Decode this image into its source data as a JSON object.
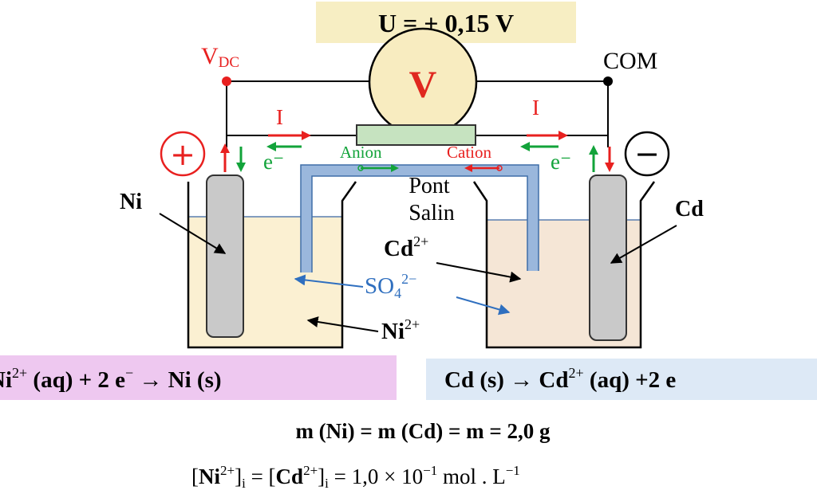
{
  "voltage": {
    "label": "U = + 0,15 V"
  },
  "voltmeter": {
    "symbol": "V"
  },
  "terminals": {
    "vdc_main": "V",
    "vdc_sub": "DC",
    "com": "COM"
  },
  "current": {
    "left": "I",
    "right": "I"
  },
  "electrons": {
    "left": "e⁻",
    "right": "e⁻"
  },
  "ions": {
    "anion": "Anion",
    "cation": "Cation"
  },
  "salt_bridge": {
    "line1": "Pont",
    "line2": "Salin"
  },
  "polarity": {
    "plus": "+",
    "minus": "−"
  },
  "electrodes": {
    "left": "Ni",
    "right": "Cd"
  },
  "species": {
    "cd_ion_base": "Cd",
    "cd_ion_charge": "2+",
    "ni_ion_base": "Ni",
    "ni_ion_charge": "2+",
    "sulfate_base": "SO",
    "sulfate_sub": "4",
    "sulfate_charge": "2−"
  },
  "equations": {
    "left": {
      "p1": "Ni",
      "p1sup": "2+",
      "p2": " (aq) + 2 e",
      "p2sup": "−",
      "p3": " → Ni (s)"
    },
    "right": {
      "p1": "Cd (s) → Cd",
      "p1sup": "2+",
      "p2": " (aq) +2 e"
    }
  },
  "mass": {
    "text": "m (Ni) = m (Cd) = m = 2,0 g"
  },
  "concentration": {
    "o1": "[",
    "ni": "Ni",
    "ni_sup": "2+",
    "c1": "]",
    "sub1": "i",
    "eq1": " = [",
    "cd": "Cd",
    "cd_sup": "2+",
    "c2": "]",
    "sub2": "i",
    "rest": " = 1,0 × 10",
    "exp": "−1",
    "unit": " mol . L",
    "unit_exp": "−1"
  },
  "colors": {
    "current_red": "#e8201f",
    "electron_green": "#12a33a",
    "sulfate_blue": "#2f6fbf",
    "left_solution": "#fbf0d2",
    "right_solution": "#f5e6d6",
    "left_eq_bg": "#eec8f0",
    "right_eq_bg": "#dde9f6",
    "voltage_bg": "#f7eec3",
    "electrode_gray": "#c9c9c9",
    "bridge_blue": "#9ab7dc"
  }
}
